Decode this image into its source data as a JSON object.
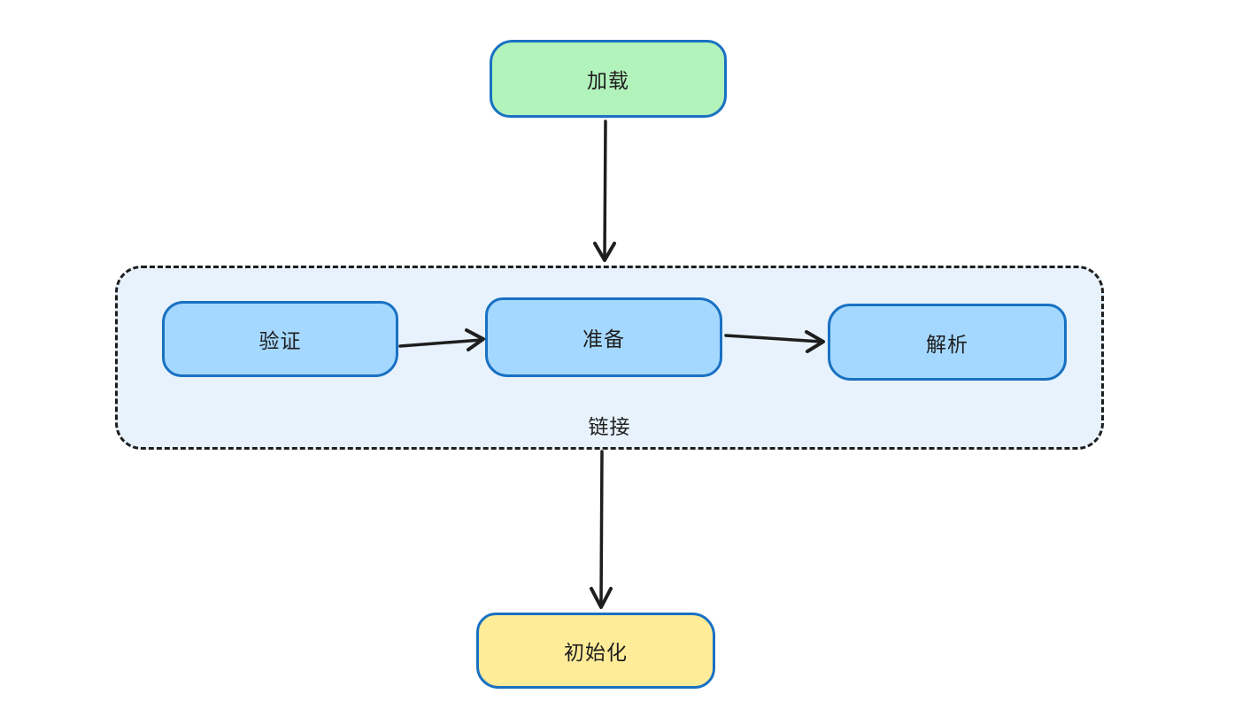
{
  "diagram": {
    "nodes": {
      "load": {
        "label": "加载"
      },
      "verify": {
        "label": "验证"
      },
      "prepare": {
        "label": "准备"
      },
      "resolve": {
        "label": "解析"
      },
      "init": {
        "label": "初始化"
      }
    },
    "container": {
      "label": "链接"
    },
    "edges": [
      {
        "from": "load",
        "to": "link-container"
      },
      {
        "from": "verify",
        "to": "prepare"
      },
      {
        "from": "prepare",
        "to": "resolve"
      },
      {
        "from": "link-container",
        "to": "init"
      }
    ]
  },
  "colors": {
    "canvas_bg": "#ffffff",
    "green_fill": "#b2f2bb",
    "blue_fill": "#a5d8ff",
    "yellow_fill": "#ffec99",
    "container_fill": "#e7f2fc",
    "node_border": "#1971c2",
    "ink": "#1e1e1e"
  }
}
